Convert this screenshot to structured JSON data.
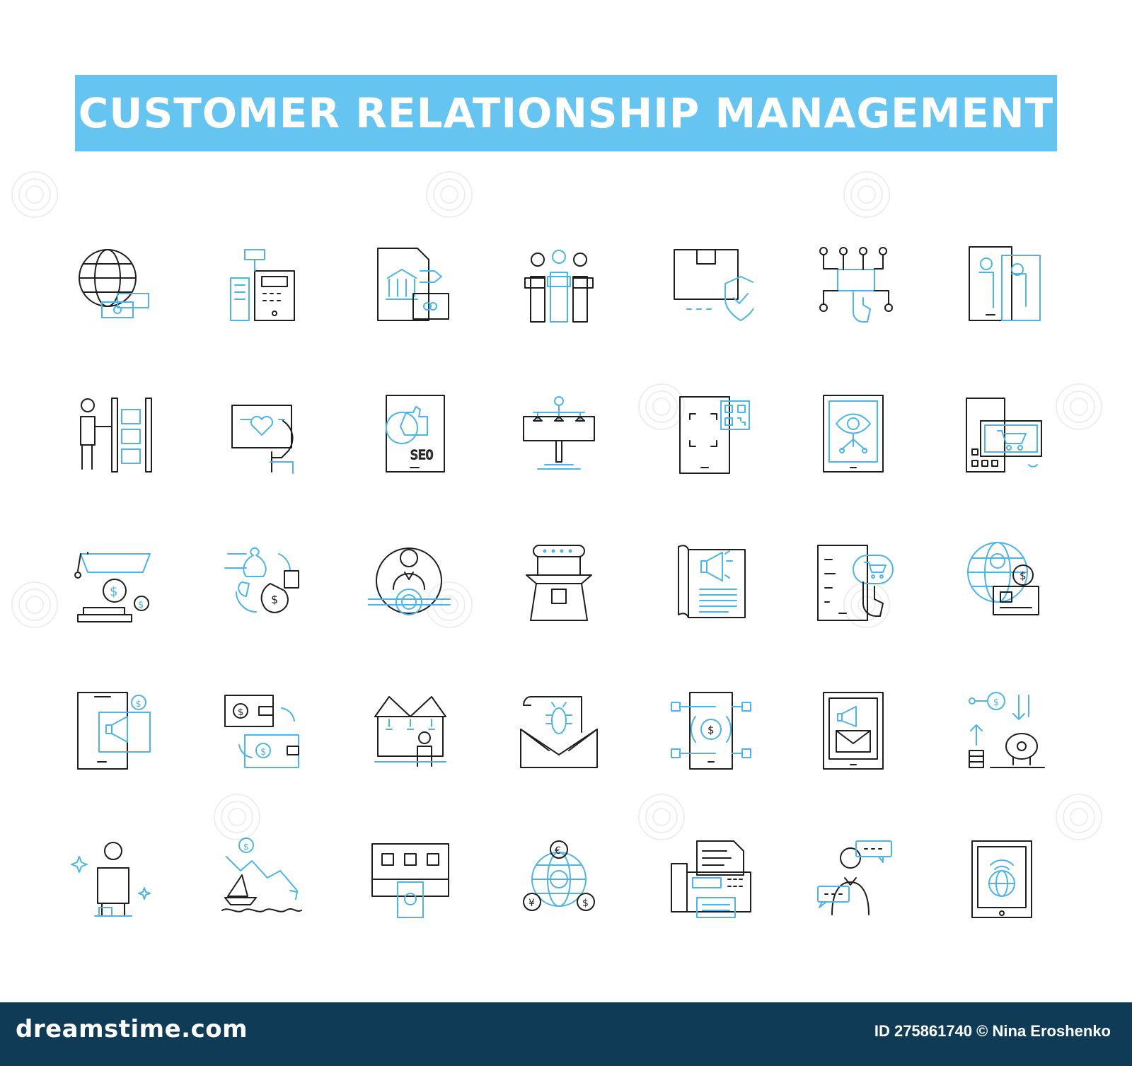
{
  "title": "CUSTOMER RELATIONSHIP MANAGEMENT",
  "colors": {
    "banner": "#66c4f0",
    "accent": "#4db4e6",
    "stroke": "#1e1e1e",
    "footer": "#0f3b57"
  },
  "icons": [
    [
      "globe-money-icon",
      "cash-register-icon",
      "bank-document-transfer-icon",
      "team-workers-icon",
      "package-shield-icon",
      "card-touch-network-icon",
      "mobile-people-icon"
    ],
    [
      "warehouse-worker-icon",
      "heart-card-hand-icon",
      "seo-tablet-icon",
      "billboard-lights-icon",
      "qr-code-phone-icon",
      "eye-tablet-network-icon",
      "phone-shopping-cart-icon"
    ],
    [
      "graduation-cap-coins-icon",
      "money-bag-exchange-icon",
      "businessman-target-icon",
      "kiosk-stand-icon",
      "megaphone-document-icon",
      "phone-cart-touch-icon",
      "globe-dollar-card-icon"
    ],
    [
      "phone-megaphone-icon",
      "wallet-transfer-icon",
      "stage-presenter-icon",
      "bug-envelope-icon",
      "phone-dollar-network-icon",
      "tablet-megaphone-mail-icon",
      "coins-piggy-bank-icon"
    ],
    [
      "person-sparkle-icon",
      "boat-falling-chart-icon",
      "monitor-cash-icon",
      "currency-globe-icon",
      "fax-machine-icon",
      "person-chat-icon",
      "tablet-globe-icon"
    ]
  ],
  "footer": {
    "logo": "dreamstime.com",
    "credit": "ID 275861740 © Nina Eroshenko"
  }
}
